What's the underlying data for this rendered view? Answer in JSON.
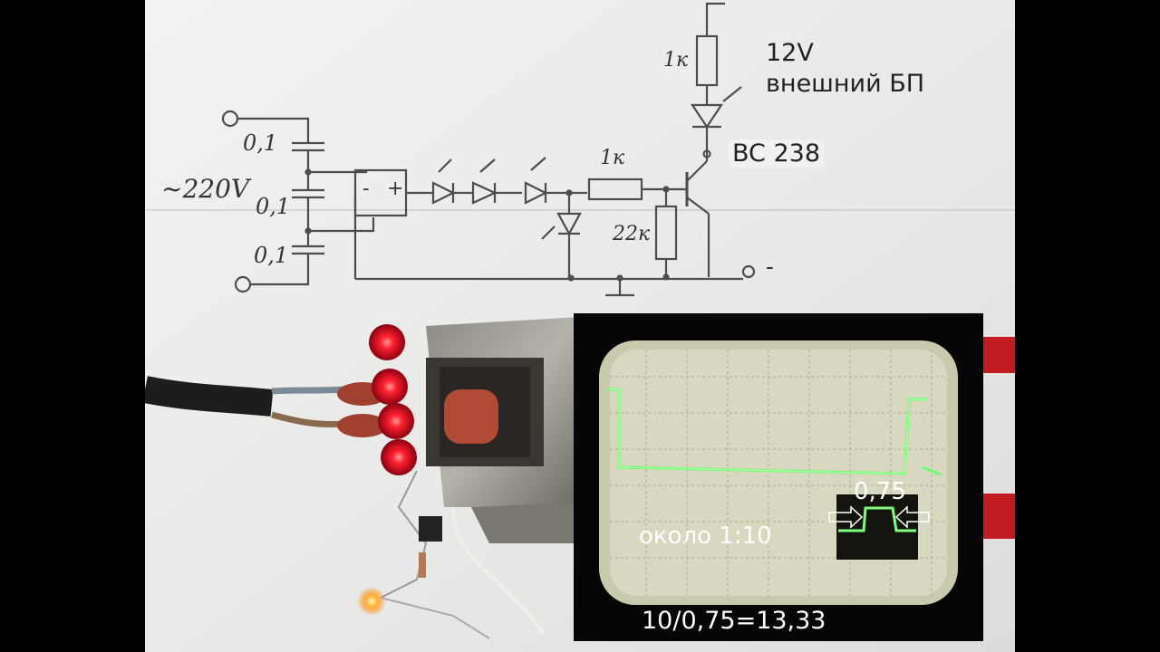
{
  "schematic": {
    "mains_voltage": "~220V",
    "capacitor_values": [
      "0,1",
      "0,1",
      "0,1"
    ],
    "resistor_led_series": "1к",
    "resistor_base": "1к",
    "resistor_pulldown": "22к",
    "bridge_minus": "-",
    "bridge_plus": "+",
    "output_minus": "-",
    "transistor": "BC 238",
    "psu": {
      "voltage": "12V",
      "description": "внешний БП"
    }
  },
  "oscilloscope": {
    "ratio_note": "около 1:10",
    "pulse_width": "0,75",
    "calculation": "10/0,75=13,33"
  },
  "colors": {
    "paper": "#ededeb",
    "ink": "#4a4a4a",
    "trace": "#7dff7d",
    "led_red": "#ff2030"
  }
}
